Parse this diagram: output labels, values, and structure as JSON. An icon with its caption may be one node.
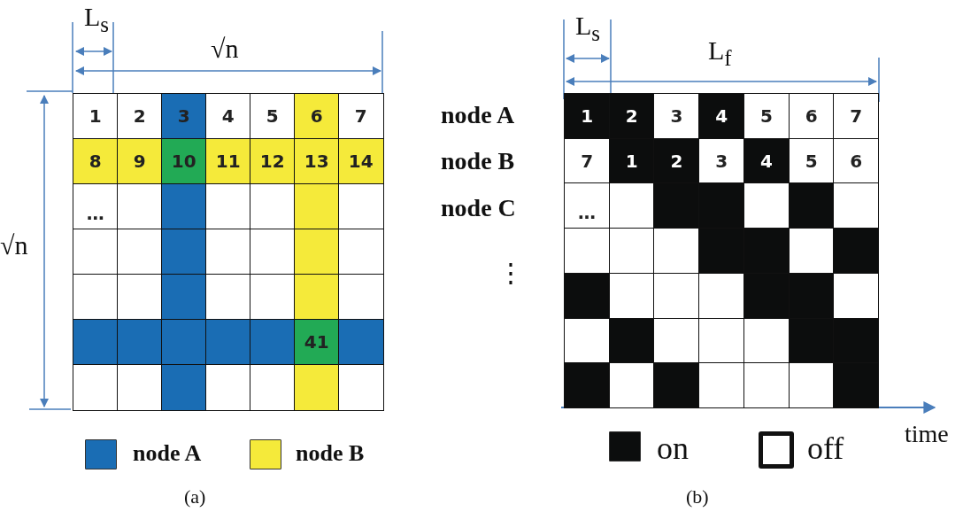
{
  "diagram": {
    "labels": [
      "L$_{s}$",
      "√n",
      "√n",
      "1",
      "2",
      "3",
      "4",
      "5",
      "6",
      "7",
      "8",
      "9",
      "10",
      "11",
      "12",
      "13",
      "14",
      "…",
      "41",
      "(a)",
      "L$_{s}$",
      "L$_{f}$",
      "node A",
      "node B",
      "node C",
      "⋮",
      "1",
      "2",
      "3",
      "4",
      "5",
      "6",
      "7",
      "7",
      "1",
      "2",
      "3",
      "4",
      "5",
      "6",
      "…",
      "time",
      "(b)"
    ],
    "legend": [
      {
        "text": "node A",
        "color": "#1a6db4"
      },
      {
        "text": "node B",
        "color": "#f5ea3a"
      },
      {
        "text": "on",
        "color": "#0c0d0d"
      },
      {
        "text": "off",
        "color": "#ffffff"
      }
    ]
  }
}
